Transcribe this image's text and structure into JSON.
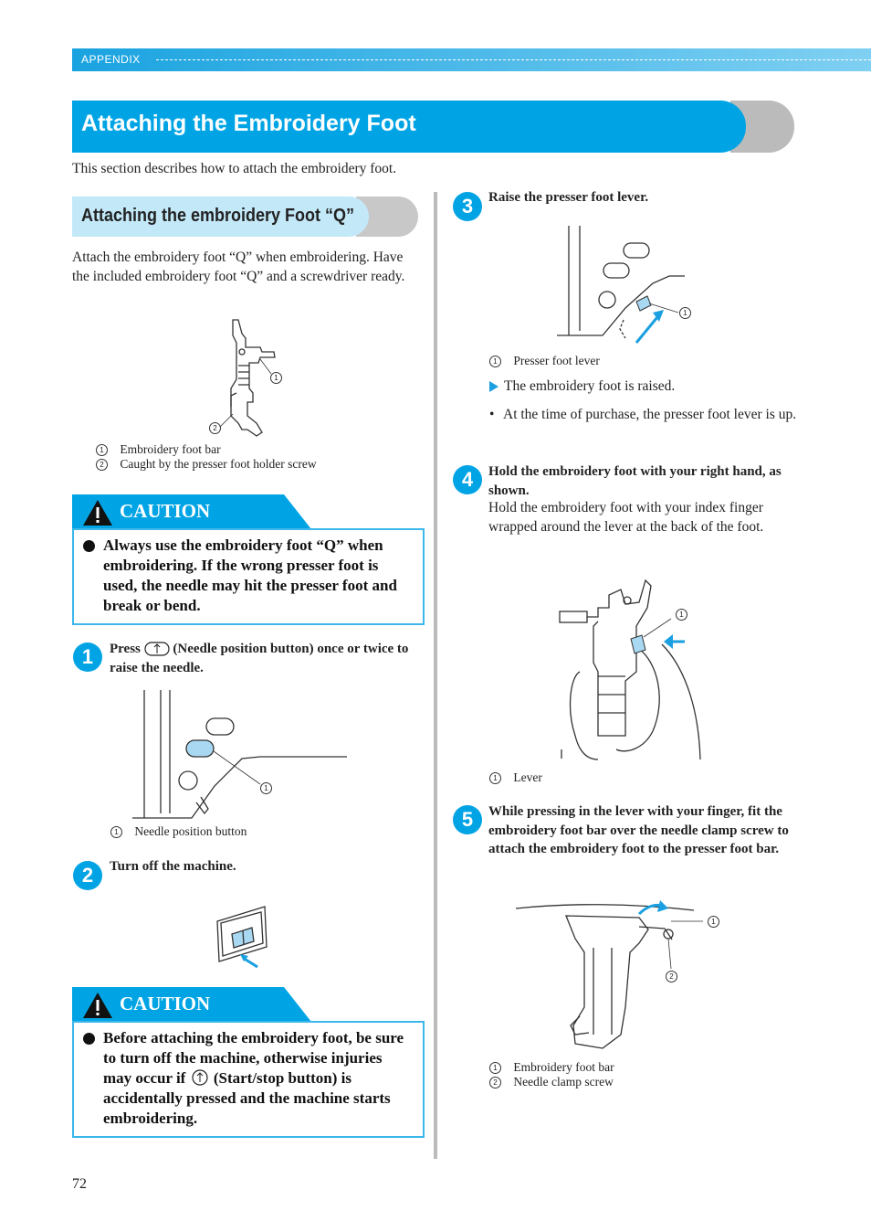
{
  "header": {
    "section": "APPENDIX"
  },
  "title": "Attaching the Embroidery Foot",
  "intro": "This section describes how to attach the embroidery foot.",
  "subsection": "Attaching the embroidery Foot “Q”",
  "subsection_text": "Attach the embroidery foot “Q” when embroidering. Have the included embroidery foot “Q” and a screwdriver ready.",
  "foot_figure": {
    "labels": [
      {
        "num": "1",
        "text": "Embroidery foot bar"
      },
      {
        "num": "2",
        "text": "Caught by the presser foot holder screw"
      }
    ]
  },
  "caution1": {
    "label": "CAUTION",
    "text": "Always use the embroidery foot “Q” when embroidering. If the wrong presser foot is used, the needle may hit the presser foot and break or bend."
  },
  "step1": {
    "num": "1",
    "press": "Press",
    "text": "(Needle position button) once or twice to raise the needle.",
    "label": {
      "num": "1",
      "text": "Needle position button"
    }
  },
  "step2": {
    "num": "2",
    "text": "Turn off the machine."
  },
  "caution2": {
    "label": "CAUTION",
    "text1": "Before attaching the embroidery foot, be sure to turn off the machine, otherwise injuries may occur if",
    "text2": "(Start/stop button) is accidentally pressed and the machine starts embroidering."
  },
  "step3": {
    "num": "3",
    "title": "Raise the presser foot lever.",
    "label": {
      "num": "1",
      "text": "Presser foot lever"
    },
    "result": "The embroidery foot is raised.",
    "note": "At the time of purchase, the presser foot lever is up."
  },
  "step4": {
    "num": "4",
    "title": "Hold the embroidery foot with your right hand, as shown.",
    "text": "Hold the embroidery foot with your index finger wrapped around the lever at the back of the foot.",
    "label": {
      "num": "1",
      "text": "Lever"
    }
  },
  "step5": {
    "num": "5",
    "title": "While pressing in the lever with your finger, fit the embroidery foot bar over the needle clamp screw to attach the embroidery foot to the presser foot bar.",
    "labels": [
      {
        "num": "1",
        "text": "Embroidery foot bar"
      },
      {
        "num": "2",
        "text": "Needle clamp screw"
      }
    ]
  },
  "page_number": "72",
  "colors": {
    "accent": "#00a4e4",
    "light_accent": "#c3e8f8",
    "ghost": "#bbbbbb"
  }
}
